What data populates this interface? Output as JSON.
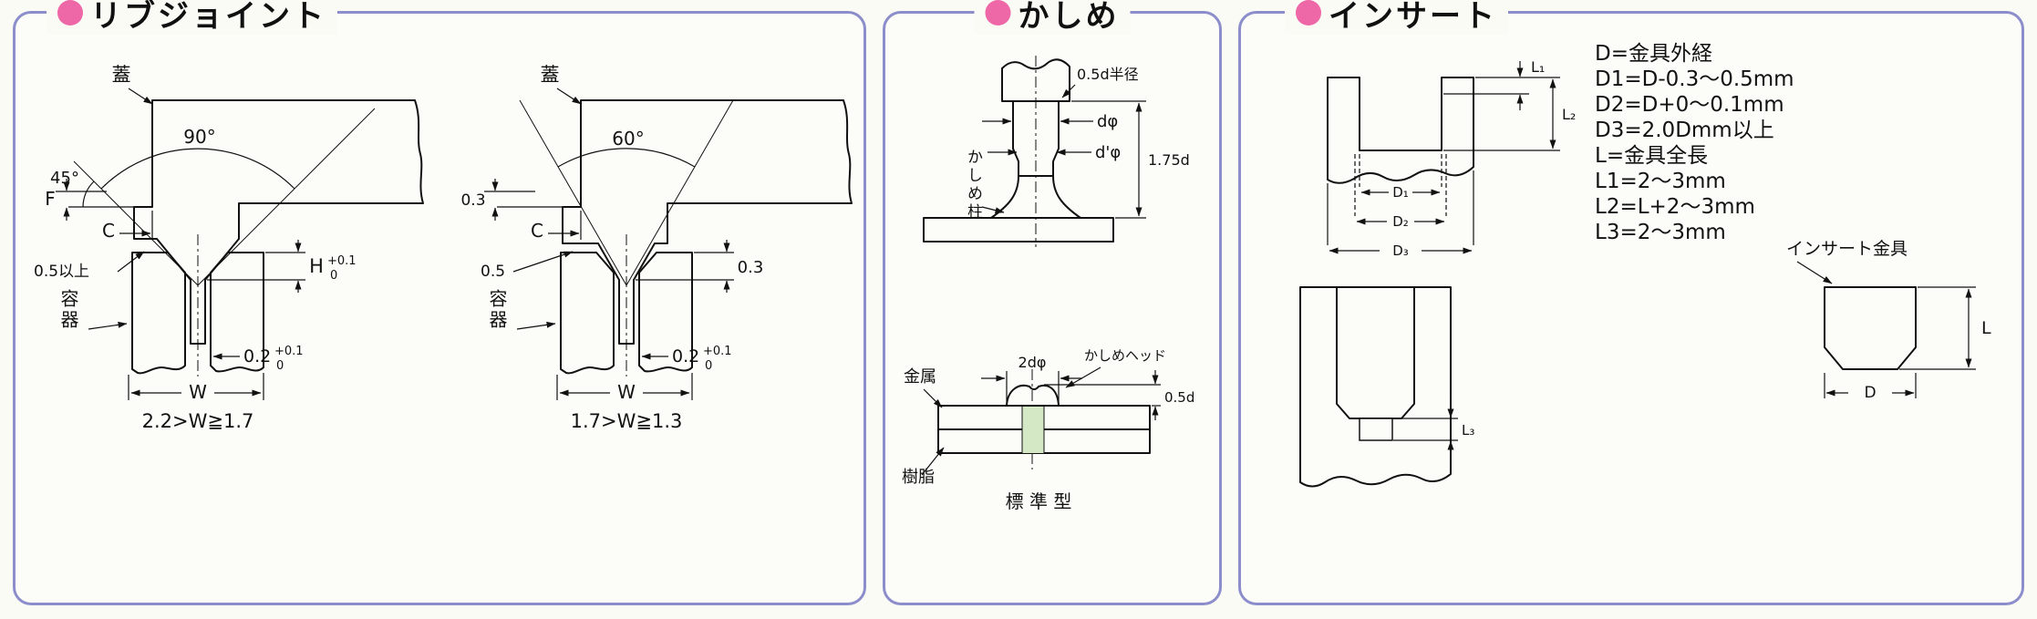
{
  "colors": {
    "panel_border": "#8c8ecb",
    "bullet_pink": "#ee67a7",
    "section_green": "#d5e8c6"
  },
  "rib": {
    "title": "リブジョイント",
    "left": {
      "lid": "蓋",
      "container": "容器",
      "angle90": "90°",
      "angle45": "45°",
      "f": "F",
      "c": "C",
      "min05": "0.5以上",
      "h": "H",
      "h_tol_up": "+0.1",
      "h_tol_dn": "0",
      "gap": "0.2",
      "gap_tol_up": "+0.1",
      "gap_tol_dn": "0",
      "w": "W",
      "range": "2.2>W≧1.7"
    },
    "right": {
      "lid": "蓋",
      "container": "容器",
      "angle60": "60°",
      "top03": "0.3",
      "c": "C",
      "min05": "0.5",
      "r03": "0.3",
      "gap": "0.2",
      "gap_tol_up": "+0.1",
      "gap_tol_dn": "0",
      "w": "W",
      "range": "1.7>W≧1.3"
    }
  },
  "kashime": {
    "title": "かしめ",
    "radius": "0.5d半径",
    "d": "dφ",
    "d_dash": "d'φ",
    "post": "かしめ柱",
    "h175": "1.75d",
    "metal": "金属",
    "resin": "樹脂",
    "head_w": "2dφ",
    "head": "かしめヘッド",
    "head_h": "0.5d",
    "standard": "標 準 型"
  },
  "insert": {
    "title": "インサート",
    "l1": "L₁",
    "l2": "L₂",
    "l3": "L₃",
    "d1": "D₁",
    "d2": "D₂",
    "d3": "D₃",
    "specs": [
      "D=金具外経",
      "D1=D-0.3〜0.5mm",
      "D2=D+0〜0.1mm",
      "D3=2.0Dmm以上",
      "L=金具全長",
      "L1=2〜3mm",
      "L2=L+2〜3mm",
      "L3=2〜3mm"
    ],
    "fitting": "インサート金具",
    "l": "L",
    "d": "D"
  }
}
